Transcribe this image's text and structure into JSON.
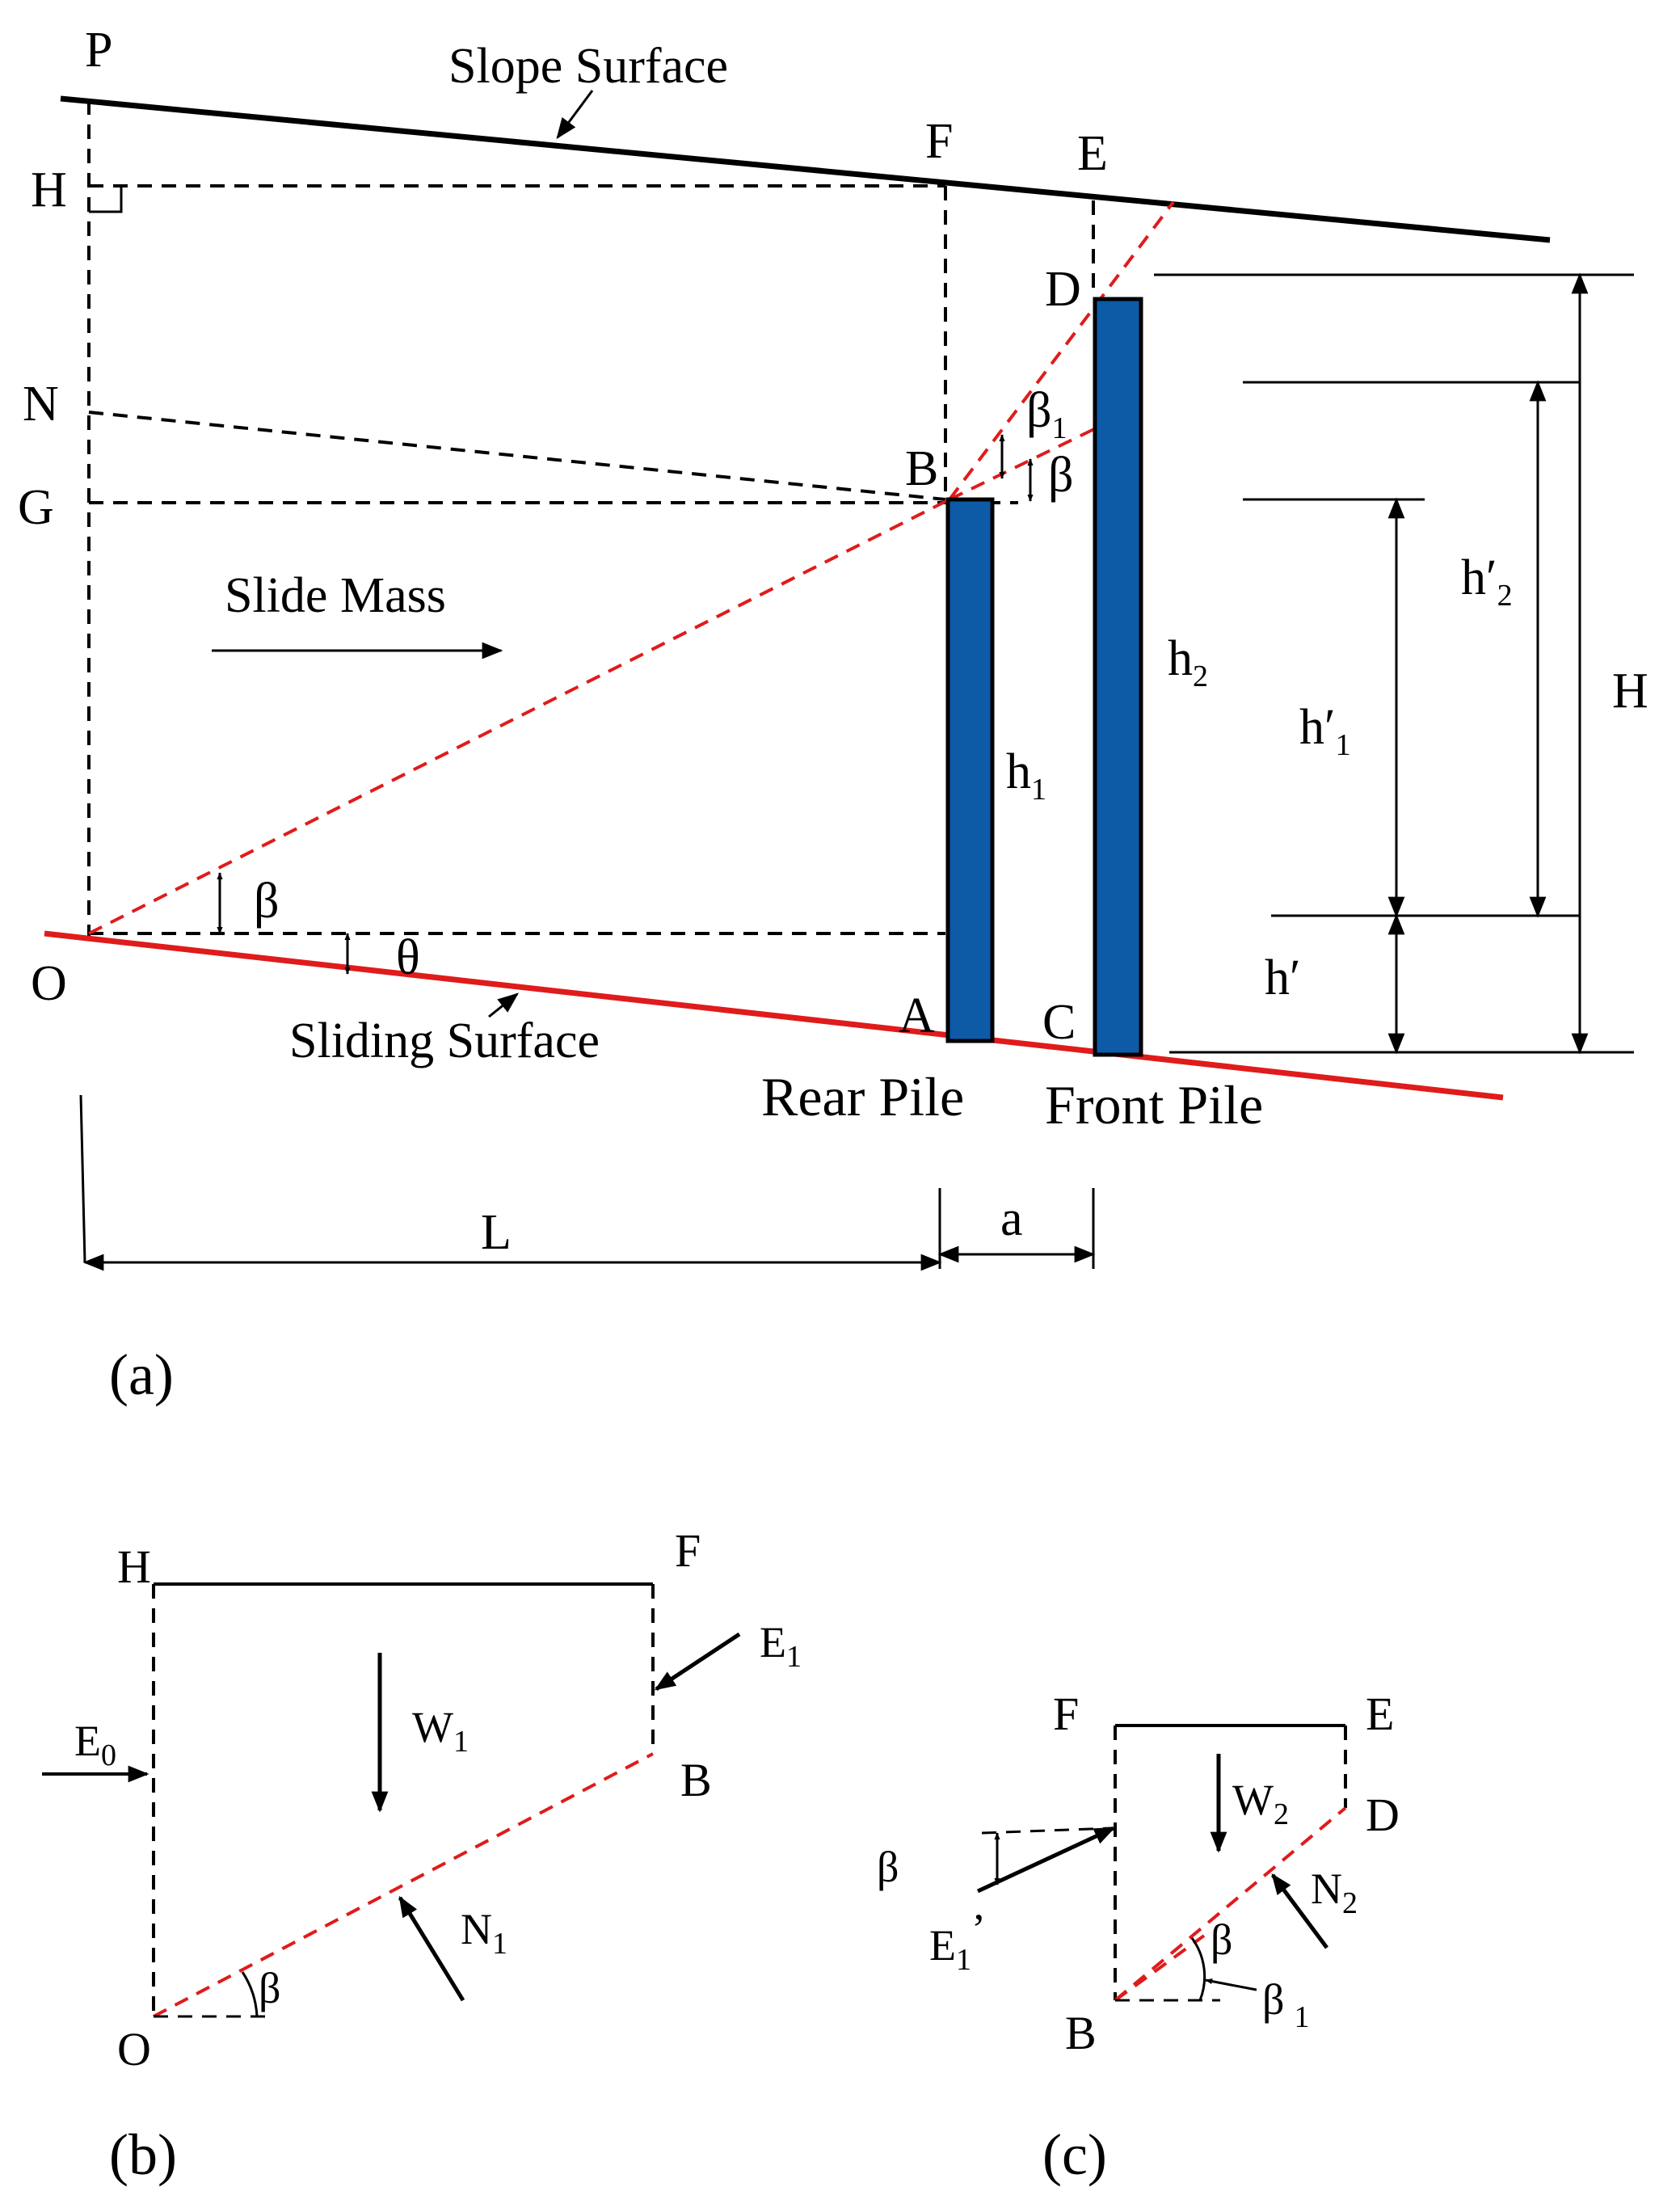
{
  "colors": {
    "pile": "#0d5aa7",
    "sliding_surface": "#e01b1b",
    "line": "#000000"
  },
  "panel_a": {
    "caption": "(a)",
    "points": {
      "P": "P",
      "H": "H",
      "N": "N",
      "G": "G",
      "O": "O",
      "F": "F",
      "E": "E",
      "D": "D",
      "B": "B",
      "A": "A",
      "C": "C"
    },
    "labels": {
      "slope_surface": "Slope Surface",
      "slide_mass": "Slide Mass",
      "sliding_surface": "Sliding Surface",
      "rear_pile": "Rear Pile",
      "front_pile": "Front Pile"
    },
    "angles": {
      "beta": "β",
      "beta1_main": "β",
      "beta1_sub": "1",
      "beta_right": "β",
      "theta": "θ"
    },
    "dims": {
      "L": "L",
      "a": "a",
      "H": "H",
      "h1_main": "h",
      "h1_sub": "1",
      "h2_main": "h",
      "h2_sub": "2",
      "hp1_main": "h′",
      "hp1_sub": "1",
      "hp2_main": "h′",
      "hp2_sub": "2",
      "hp": "h′"
    }
  },
  "panel_b": {
    "caption": "(b)",
    "points": {
      "H": "H",
      "F": "F",
      "B": "B",
      "O": "O"
    },
    "forces": {
      "E0_main": "E",
      "E0_sub": "0",
      "E1_main": "E",
      "E1_sub": "1",
      "W1_main": "W",
      "W1_sub": "1",
      "N1_main": "N",
      "N1_sub": "1"
    },
    "angle": "β"
  },
  "panel_c": {
    "caption": "(c)",
    "points": {
      "F": "F",
      "E": "E",
      "D": "D",
      "B": "B"
    },
    "forces": {
      "W2_main": "W",
      "W2_sub": "2",
      "N2_main": "N",
      "N2_sub": "2",
      "E1p_main": "E",
      "E1p_sub": "1",
      "E1p_prime": "’"
    },
    "angles": {
      "beta_left": "β",
      "beta_mid": "β",
      "beta1_main": "β",
      "beta1_sub": "1"
    }
  }
}
